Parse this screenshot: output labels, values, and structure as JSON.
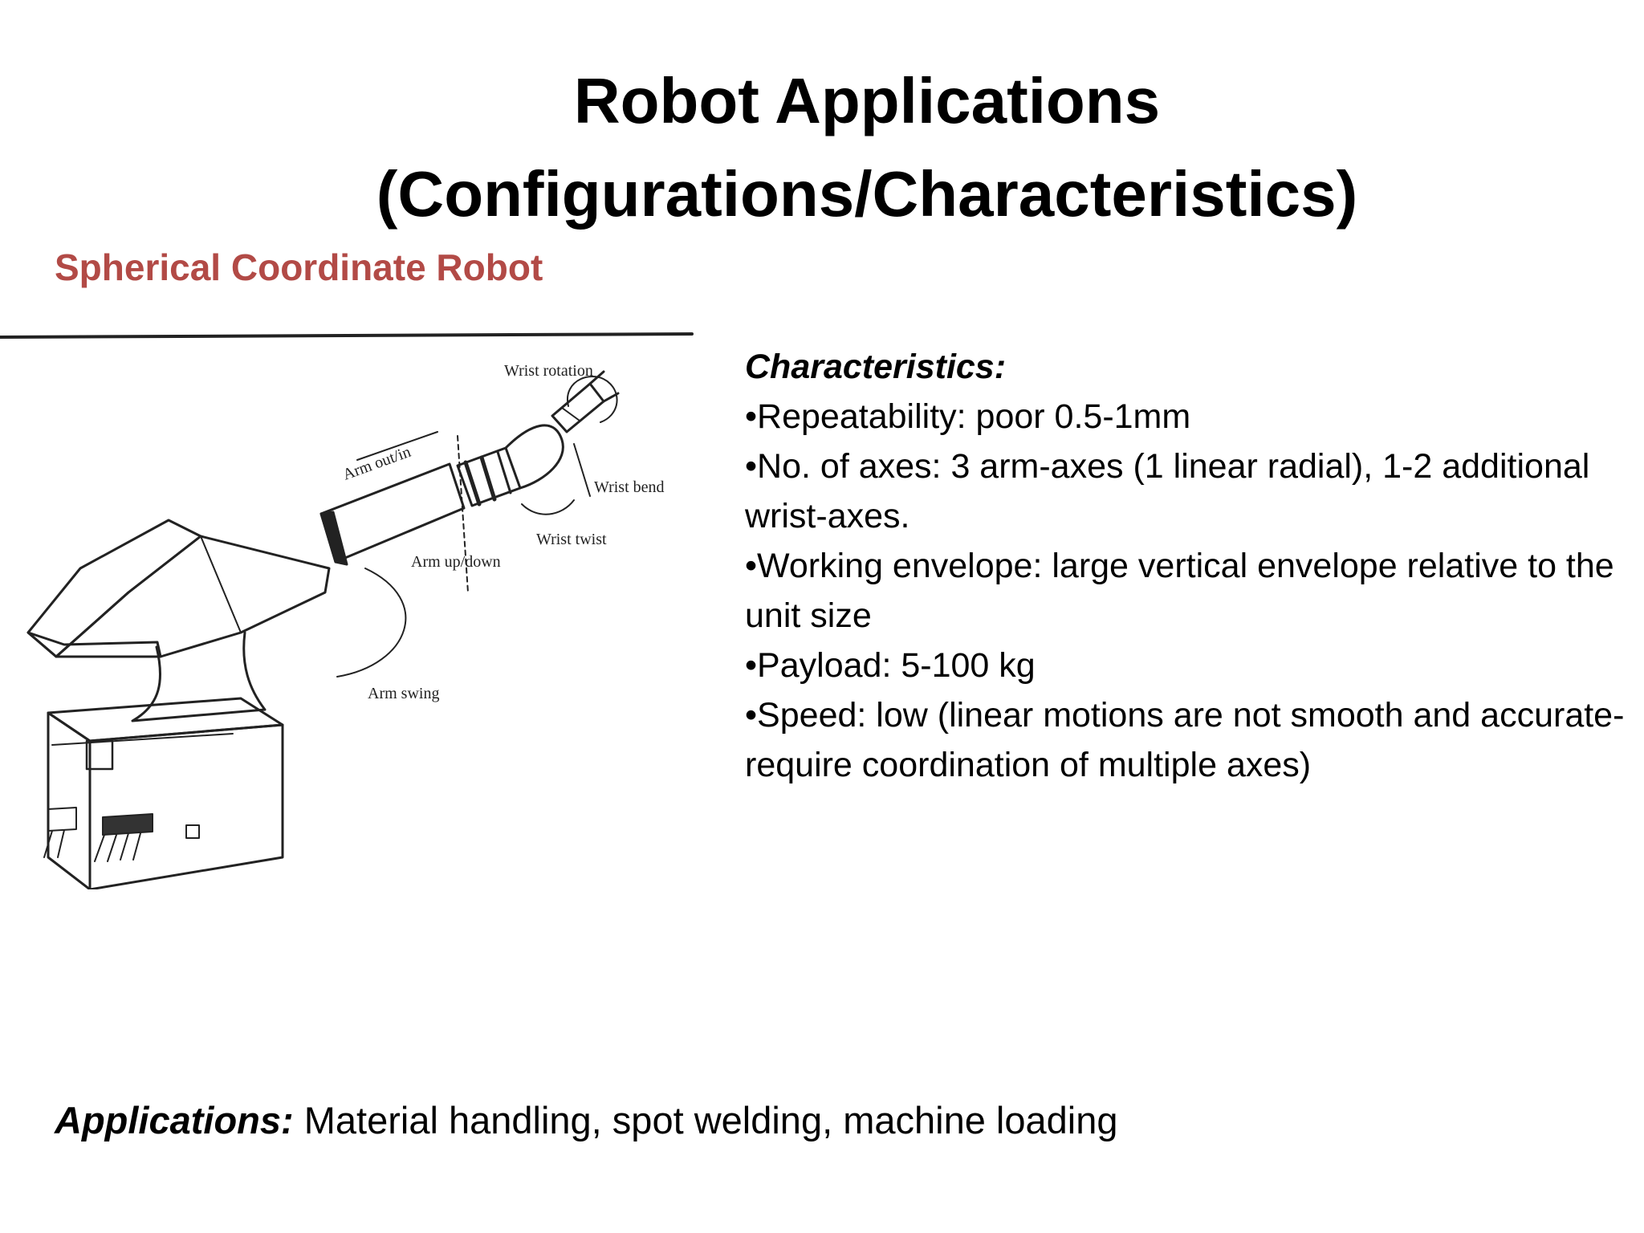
{
  "title_line1": "Robot Applications",
  "title_line2": "(Configurations/Characteristics)",
  "subtitle": "Spherical Coordinate Robot",
  "accent_color": "#b24a46",
  "figure": {
    "labels": {
      "wrist_rotation": "Wrist rotation",
      "arm_out_in": "Arm out/in",
      "wrist_bend": "Wrist bend",
      "wrist_twist": "Wrist twist",
      "arm_up_down": "Arm up/down",
      "arm_swing": "Arm swing"
    }
  },
  "characteristics": {
    "heading": "Characteristics:",
    "items": [
      "•Repeatability: poor 0.5-1mm",
      "•No. of axes: 3 arm-axes (1 linear radial), 1-2 additional wrist-axes.",
      "•Working envelope: large vertical envelope relative to the unit size",
      "•Payload: 5-100 kg",
      "•Speed: low (linear motions are not smooth and accurate- require coordination of multiple axes)"
    ]
  },
  "applications": {
    "label": "Applications:",
    "text": " Material handling, spot welding, machine loading"
  }
}
